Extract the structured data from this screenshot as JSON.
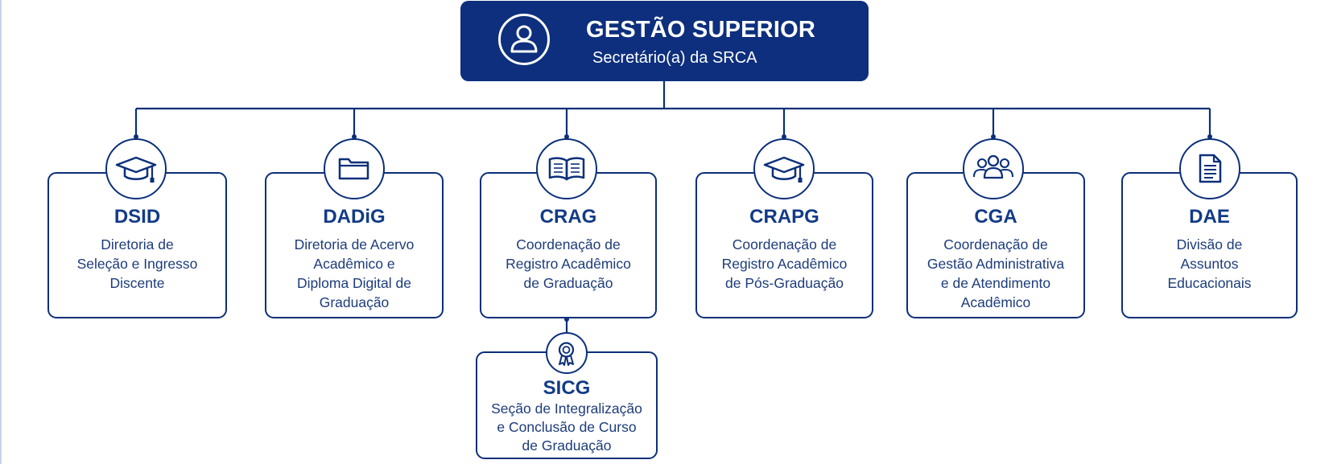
{
  "top": {
    "title": "GESTÃO SUPERIOR",
    "subtitle": "Secretário(a) da SRCA",
    "icon": "user-icon",
    "colors": {
      "fill": "#0d2f7d",
      "text": "#ffffff"
    }
  },
  "units": [
    {
      "abbr": "DSID",
      "desc": "Diretoria de\nSeleção e Ingresso\nDiscente",
      "icon": "graduation-cap-icon"
    },
    {
      "abbr": "DADiG",
      "desc": "Diretoria de Acervo\nAcadêmico e\nDiploma Digital de\nGraduação",
      "icon": "folder-icon"
    },
    {
      "abbr": "CRAG",
      "desc": "Coordenação de\nRegistro Acadêmico\nde Graduação",
      "icon": "book-icon"
    },
    {
      "abbr": "CRAPG",
      "desc": "Coordenação de\nRegistro Acadêmico\nde Pós-Graduação",
      "icon": "graduation-cap-icon"
    },
    {
      "abbr": "CGA",
      "desc": "Coordenação de\nGestão Administrativa\ne de Atendimento\nAcadêmico",
      "icon": "team-icon"
    },
    {
      "abbr": "DAE",
      "desc": "Divisão de\nAssuntos\nEducacionais",
      "icon": "document-icon"
    }
  ],
  "sub_unit": {
    "abbr": "SICG",
    "desc": "Seção de Integralização\ne Conclusão de Curso\nde Graduação",
    "icon": "award-badge-icon",
    "parent": "CRAG"
  },
  "colors": {
    "accent": "#0b2f7a",
    "text": "#1d3c7b",
    "background": "#ffffff"
  }
}
